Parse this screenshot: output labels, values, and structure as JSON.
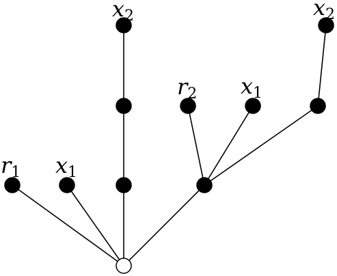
{
  "colors": {
    "line": "#000000",
    "filled_node": "#000000",
    "root_node_fill": "#ffffff",
    "background": "#ffffff"
  },
  "labels": [
    {
      "var": "x",
      "sub": "2"
    },
    {
      "var": "x",
      "sub": "2"
    },
    {
      "var": "r",
      "sub": "2"
    },
    {
      "var": "x",
      "sub": "1"
    },
    {
      "var": "r",
      "sub": "1"
    },
    {
      "var": "x",
      "sub": "1"
    }
  ]
}
